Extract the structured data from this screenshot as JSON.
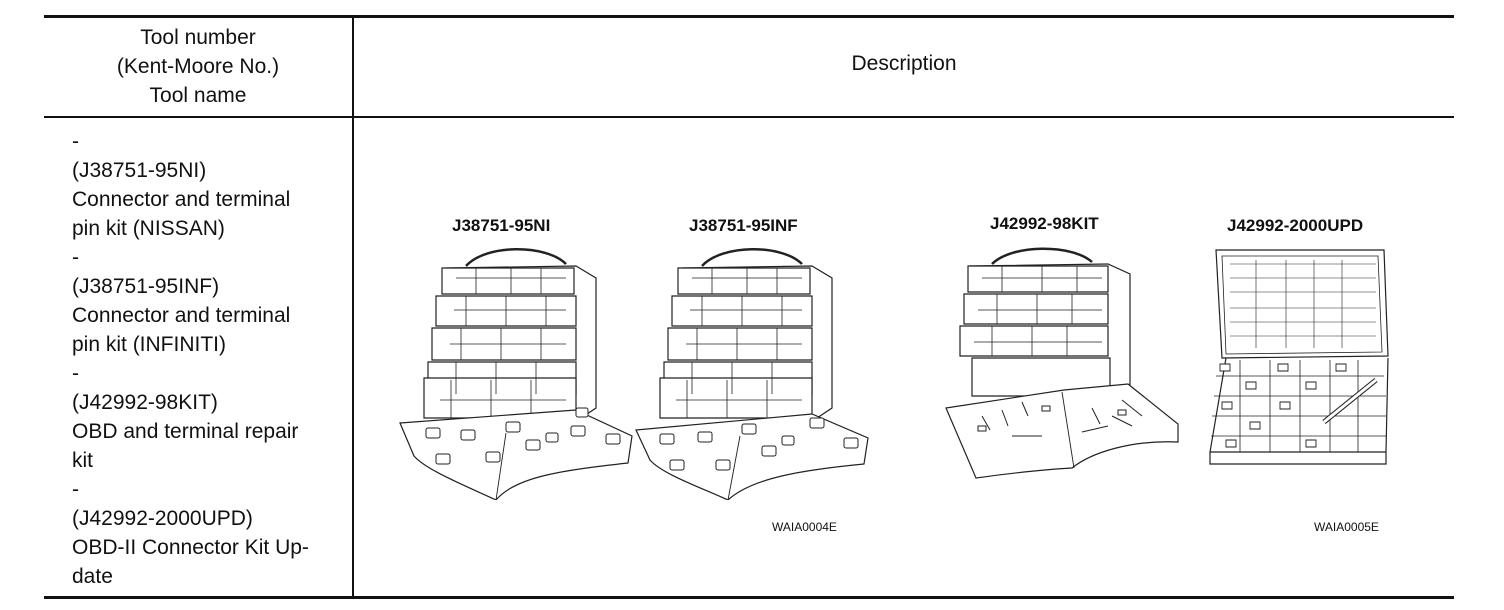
{
  "header": {
    "tool_col": [
      "Tool number",
      "(Kent-Moore No.)",
      "Tool name"
    ],
    "desc_col": "Description"
  },
  "tools": [
    {
      "number": "-",
      "kent_moore": "(J38751-95NI)",
      "name_lines": [
        "Connector and terminal",
        "pin kit (NISSAN)"
      ]
    },
    {
      "number": "-",
      "kent_moore": "(J38751-95INF)",
      "name_lines": [
        "Connector and terminal",
        "pin kit (INFINITI)"
      ]
    },
    {
      "number": "-",
      "kent_moore": "(J42992-98KIT)",
      "name_lines": [
        "OBD and terminal repair",
        "kit"
      ]
    },
    {
      "number": "-",
      "kent_moore": "(J42992-2000UPD)",
      "name_lines": [
        "OBD-II Connector Kit Up-",
        "date"
      ]
    }
  ],
  "figures": {
    "labels": [
      "J38751-95NI",
      "J38751-95INF",
      "J42992-98KIT",
      "J42992-2000UPD"
    ],
    "codes": [
      "WAIA0004E",
      "WAIA0005E"
    ]
  }
}
